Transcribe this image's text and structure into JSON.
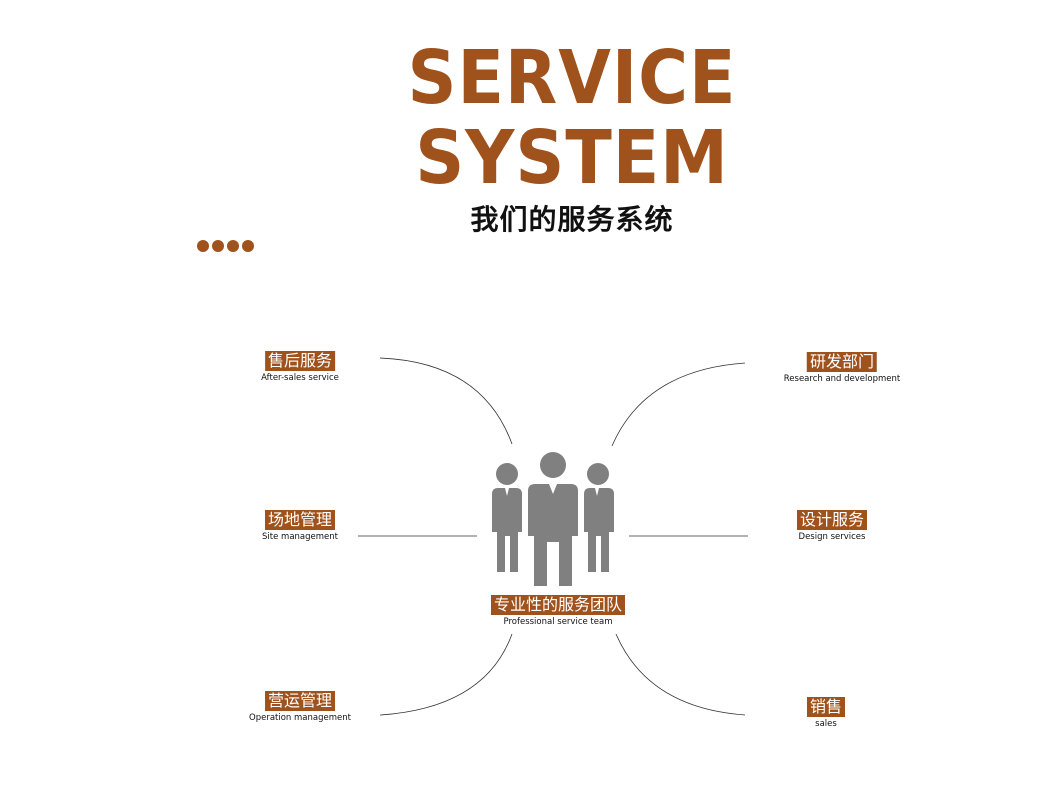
{
  "header": {
    "title_line1": "SERVICE",
    "title_line2": "SYSTEM",
    "subtitle": "我们的服务系统"
  },
  "colors": {
    "accent": "#a0521d",
    "people_icon": "#808080",
    "line": "#333333"
  },
  "center": {
    "icon": "team-people-icon",
    "label_cn": "专业性的服务团队",
    "label_en": "Professional service team"
  },
  "nodes": {
    "after_sales": {
      "cn": "售后服务",
      "en": "After-sales service"
    },
    "site_management": {
      "cn": "场地管理",
      "en": "Site management"
    },
    "operation_management": {
      "cn": "营运管理",
      "en": "Operation management"
    },
    "research": {
      "cn": "研发部门",
      "en": "Research and development"
    },
    "design": {
      "cn": "设计服务",
      "en": "Design services"
    },
    "sales": {
      "cn": "销售",
      "en": "sales"
    }
  }
}
